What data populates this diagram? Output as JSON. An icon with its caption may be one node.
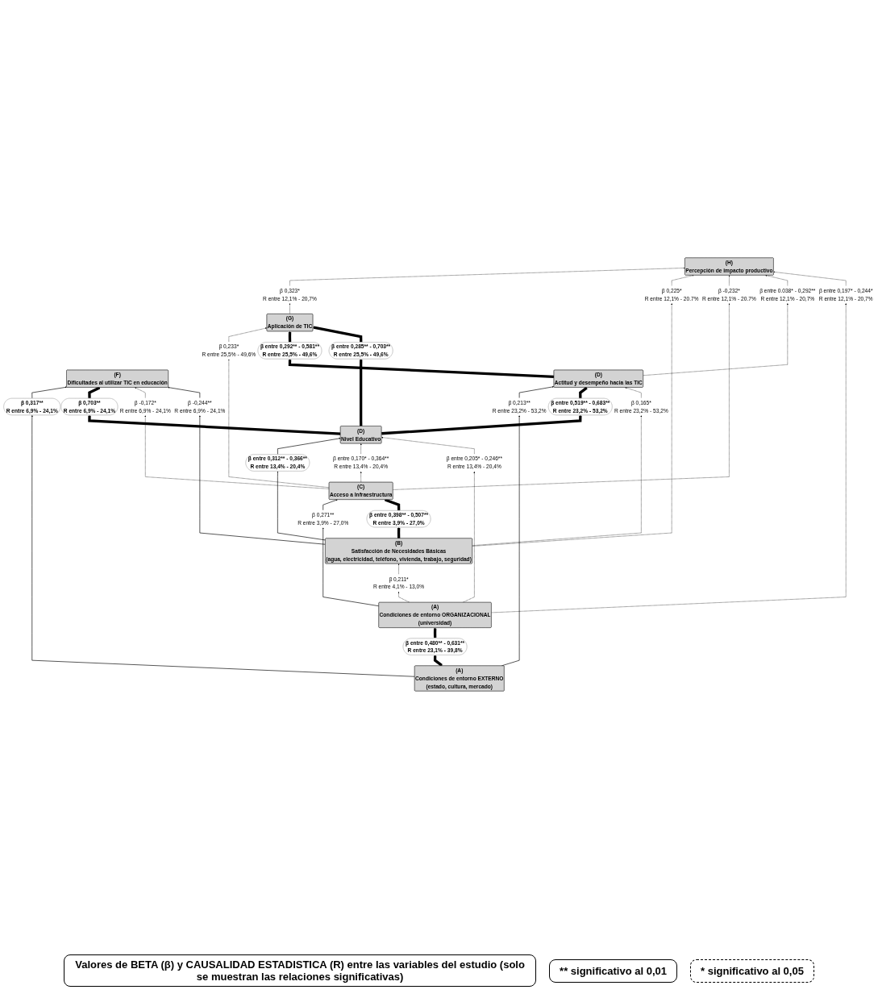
{
  "diagram": {
    "nodes": [
      {
        "text": [
          "(H)",
          "Percepción de impacto productivo"
        ]
      },
      {
        "text": [
          "β 0,225*",
          "R entre 12,1% - 20.7%"
        ]
      },
      {
        "text": [
          "β -0,232*",
          "R entre 12,1% - 20.7%"
        ]
      },
      {
        "text": [
          "β 0,323*",
          "R entre 12,1% - 20,7%"
        ]
      },
      {
        "text": [
          "β entre 0.038* - 0,292**",
          "R entre 12,1% - 20,7%"
        ]
      },
      {
        "text": [
          "β entre 0,197* - 0,244*",
          "R entre 12,1% - 20,7%"
        ]
      },
      {
        "text": [
          "(G)",
          "Aplicación de TIC"
        ]
      },
      {
        "text": [
          "β 0,233*",
          "R entre 25,5% - 49,6%"
        ]
      },
      {
        "text": [
          "β entre 0,292** - 0,581**",
          "R entre 25,5% - 49,6%"
        ]
      },
      {
        "text": [
          "β entre 0,285** - 0,703**",
          "R entre 25,5% - 49,6%"
        ]
      },
      {
        "text": [
          "(F)",
          "Dificultades al utilizar TIC en educación"
        ]
      },
      {
        "text": [
          "β 0,317**",
          "R entre 6,9% - 24,1%"
        ]
      },
      {
        "text": [
          "β 0,703**",
          "R entre 6,9% - 24,1%"
        ]
      },
      {
        "text": [
          "β -0,172*",
          "R entre 6,9% - 24,1%"
        ]
      },
      {
        "text": [
          "β -0,244**",
          "R entre 6,9% - 24,1%"
        ]
      },
      {
        "text": [
          "(D)",
          "Actitud y desempeño hacia las TIC"
        ]
      },
      {
        "text": [
          "β 0,213**",
          "R entre 23,2% - 53,2%"
        ]
      },
      {
        "text": [
          "β entre 0,519** - 0,683**",
          "R entre 23,2% - 53,2%"
        ]
      },
      {
        "text": [
          "β 0,165*",
          "R entre 23,2% - 53,2%"
        ]
      },
      {
        "text": [
          "(D)",
          "Nivel Educativo"
        ]
      },
      {
        "text": [
          "β entre 0,312** - 0,366**",
          "R entre 13,4% - 20,4%"
        ]
      },
      {
        "text": [
          "β entre 0,170* - 0,364**",
          "R entre 13,4% - 20,4%"
        ]
      },
      {
        "text": [
          "β entre 0,205* - 0,246**",
          "R entre 13,4% - 20,4%"
        ]
      },
      {
        "text": [
          "(C)",
          "Acceso a Infraestructura"
        ]
      },
      {
        "text": [
          "β 0,271**",
          "R entre 3,9% - 27,0%"
        ]
      },
      {
        "text": [
          "β entre 0,398** - 0,507**",
          "R entre 3,9% - 27,0%"
        ]
      },
      {
        "text": [
          "(B)",
          "Satisfacción de Necesidades Básicas",
          "(agua, electricidad, teléfono, vivienda, trabajo, seguridad)"
        ]
      },
      {
        "text": [
          "β 0,211*",
          "R entre 4,1% - 13,0%"
        ]
      },
      {
        "text": [
          "(A)",
          "Condiciones de entorno EXTERNO",
          "(estado, cultura, mercado)"
        ]
      },
      {
        "text": [
          "β entre 0,480** - 0,631**",
          "R entre 23,1% - 39,8%"
        ]
      },
      {
        "text": [
          "(A)",
          "Condiciones de entorno ORGANIZACIONAL",
          "(universidad)"
        ]
      }
    ],
    "edges": [
      {
        "from": 6,
        "to": 3,
        "arrow": "to",
        "style": "dashed"
      },
      {
        "from": 3,
        "to": 0,
        "arrow": "to",
        "style": "dashed"
      },
      {
        "from": 26,
        "to": 1,
        "arrow": "to",
        "style": "dashed"
      },
      {
        "from": 1,
        "to": 0,
        "arrow": "to",
        "style": "dashed"
      },
      {
        "from": 23,
        "to": 2,
        "arrow": "to",
        "style": "dashed"
      },
      {
        "from": 2,
        "to": 0,
        "arrow": "to",
        "style": "dashed"
      },
      {
        "from": 23,
        "to": 7,
        "arrow": "to",
        "style": "dashed"
      },
      {
        "from": 7,
        "to": 6,
        "arrow": "to",
        "style": "dashed"
      },
      {
        "from": 15,
        "to": 4,
        "arrow": "to",
        "style": "dashed"
      },
      {
        "from": 4,
        "to": 0,
        "arrow": "to",
        "style": "dashed"
      },
      {
        "from": 30,
        "to": 5,
        "arrow": "to",
        "style": "dashed"
      },
      {
        "from": 5,
        "to": 0,
        "arrow": "to",
        "style": "dashed"
      },
      {
        "from": 15,
        "to": 8,
        "arrow": "to",
        "style": "thick"
      },
      {
        "from": 8,
        "to": 6,
        "arrow": "to",
        "style": "thick"
      },
      {
        "from": 19,
        "to": 9,
        "arrow": "to",
        "style": "thick"
      },
      {
        "from": 9,
        "to": 6,
        "arrow": "to",
        "style": "thick"
      },
      {
        "from": 28,
        "to": 11,
        "arrow": "to"
      },
      {
        "from": 11,
        "to": 10,
        "arrow": "to"
      },
      {
        "from": 19,
        "to": 12,
        "arrow": "to",
        "style": "thick"
      },
      {
        "from": 12,
        "to": 10,
        "arrow": "to",
        "style": "thick"
      },
      {
        "from": 23,
        "to": 13,
        "arrow": "to",
        "style": "dashed"
      },
      {
        "from": 13,
        "to": 10,
        "arrow": "to",
        "style": "dashed"
      },
      {
        "from": 26,
        "to": 14,
        "arrow": "to"
      },
      {
        "from": 14,
        "to": 10,
        "arrow": "to"
      },
      {
        "from": 28,
        "to": 16,
        "arrow": "to"
      },
      {
        "from": 16,
        "to": 15,
        "arrow": "to"
      },
      {
        "from": 19,
        "to": 17,
        "arrow": "to",
        "style": "thick"
      },
      {
        "from": 17,
        "to": 15,
        "arrow": "to",
        "style": "thick"
      },
      {
        "from": 26,
        "to": 18,
        "arrow": "to",
        "style": "dashed"
      },
      {
        "from": 18,
        "to": 15,
        "arrow": "to",
        "style": "dashed"
      },
      {
        "from": 26,
        "to": 20,
        "arrow": "to"
      },
      {
        "from": 20,
        "to": 19,
        "arrow": "to"
      },
      {
        "from": 23,
        "to": 21,
        "arrow": "to",
        "style": "dashed"
      },
      {
        "from": 21,
        "to": 19,
        "arrow": "to",
        "style": "dashed"
      },
      {
        "from": 30,
        "to": 22,
        "arrow": "to",
        "style": "dashed"
      },
      {
        "from": 22,
        "to": 19,
        "arrow": "to",
        "style": "dashed"
      },
      {
        "from": 30,
        "to": 24,
        "arrow": "to"
      },
      {
        "from": 24,
        "to": 23,
        "arrow": "to"
      },
      {
        "from": 26,
        "to": 25,
        "arrow": "to",
        "style": "thick"
      },
      {
        "from": 25,
        "to": 23,
        "arrow": "to",
        "style": "thick"
      },
      {
        "from": 30,
        "to": 27,
        "arrow": "to",
        "style": "dashed"
      },
      {
        "from": 27,
        "to": 26,
        "arrow": "to",
        "style": "dashed"
      },
      {
        "from": 28,
        "to": 29,
        "arrow": "both",
        "style": "thick"
      },
      {
        "from": 29,
        "to": 30,
        "arrow": "both",
        "style": "thick"
      }
    ],
    "caption": "Valores de BETA (β) y CAUSALIDAD ESTADISTICA (R) entre las variables del estudio (solo se muestran las relaciones significativas)",
    "legend": [
      {
        "text": "** significativo al 0,01"
      },
      {
        "text": "* significativo al 0,05"
      }
    ]
  }
}
